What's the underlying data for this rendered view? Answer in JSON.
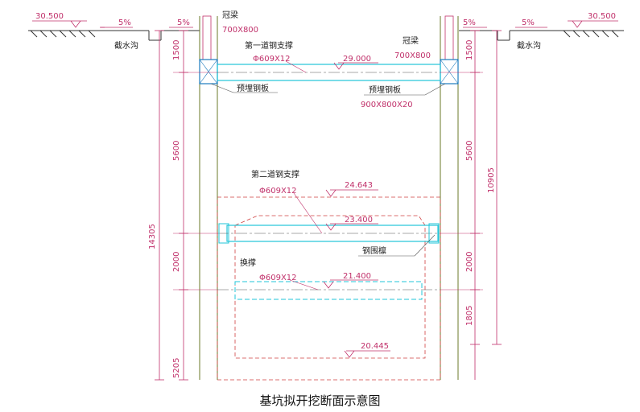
{
  "title": "基坑拟开挖断面示意图",
  "ground": {
    "left_elevation": "30.500",
    "right_elevation": "30.500",
    "slope_outer_left": "5%",
    "slope_inner_left": "5%",
    "slope_inner_right": "5%",
    "slope_outer_right": "5%",
    "ditch_left": "截水沟",
    "ditch_right": "截水沟"
  },
  "crown_beam": {
    "left_label": "冠梁",
    "left_size": "700X800",
    "right_label": "冠梁",
    "right_size": "700X800"
  },
  "support1": {
    "label": "第一道钢支撑",
    "spec": "Φ609X12",
    "elevation": "29.000"
  },
  "embed_plate": {
    "left_label": "预埋钢板",
    "right_label": "预埋钢板",
    "right_size": "900X800X20"
  },
  "support2": {
    "label": "第二道钢支撑",
    "spec": "Φ609X12",
    "top_elevation": "24.643",
    "elevation": "23.400"
  },
  "waler": {
    "label": "钢围檩"
  },
  "swap_support": {
    "label": "换撑",
    "spec": "Φ609X12",
    "elevation": "21.400"
  },
  "bottom": {
    "elevation": "20.445"
  },
  "left_dims": [
    "1500",
    "5600",
    "14305",
    "2000",
    "5205"
  ],
  "right_dims": [
    "1500",
    "5600",
    "10905",
    "2000",
    "1805"
  ]
}
